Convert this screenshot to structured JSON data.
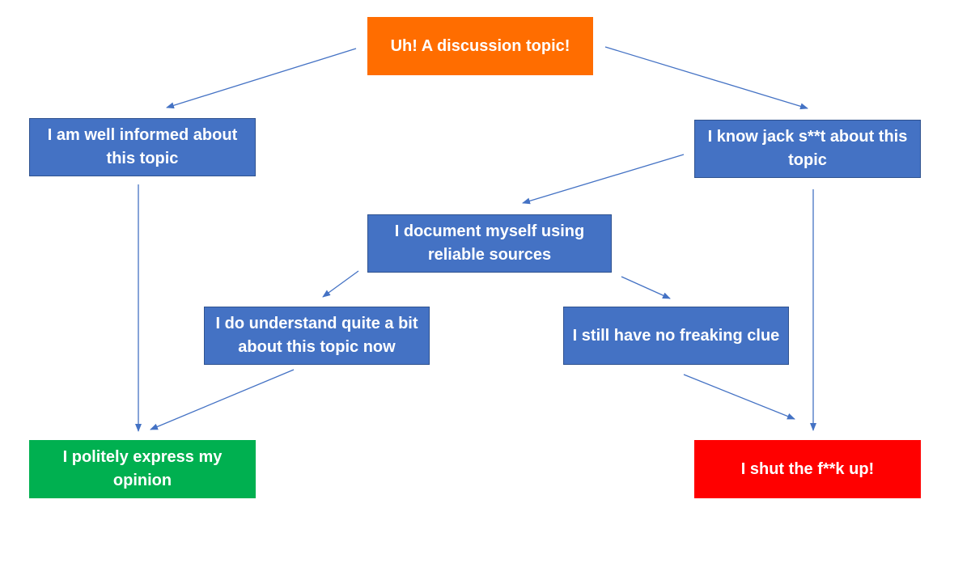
{
  "nodes": {
    "start": "Uh! A discussion topic!",
    "well_informed": "I am well informed about this topic",
    "know_nothing": "I know jack s**t about this topic",
    "document": "I document myself using reliable sources",
    "understand": "I do understand quite a bit about this topic now",
    "no_clue": "I still have no freaking clue",
    "express_opinion": "I politely express my opinion",
    "shut_up": "I shut the f**k up!"
  },
  "edges": [
    {
      "from": "start",
      "to": "well_informed"
    },
    {
      "from": "start",
      "to": "know_nothing"
    },
    {
      "from": "know_nothing",
      "to": "document"
    },
    {
      "from": "document",
      "to": "understand"
    },
    {
      "from": "document",
      "to": "no_clue"
    },
    {
      "from": "well_informed",
      "to": "express_opinion"
    },
    {
      "from": "understand",
      "to": "express_opinion"
    },
    {
      "from": "know_nothing",
      "to": "shut_up"
    },
    {
      "from": "no_clue",
      "to": "shut_up"
    }
  ],
  "colors": {
    "start": "#ff6d00",
    "step": "#4472c4",
    "step_border": "#2f528f",
    "positive_outcome": "#00b050",
    "negative_outcome": "#ff0000",
    "arrow": "#4472c4"
  }
}
